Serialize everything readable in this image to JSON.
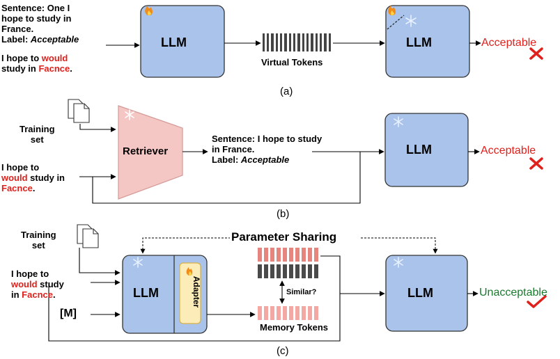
{
  "panel_a": {
    "caption": "(a)",
    "input": {
      "line1": "Sentence: One I",
      "line2": "hope to study in",
      "line3": "France.",
      "label_prefix": "Label: ",
      "label_value": "Acceptable"
    },
    "query": {
      "l1": "I hope to ",
      "l1_red": "would",
      "l2": "study in ",
      "l2_red": "Facnce",
      "l2_end": "."
    },
    "llm1": "LLM",
    "virtual_tokens": "Virtual Tokens",
    "llm2": "LLM",
    "output": "Acceptable"
  },
  "panel_b": {
    "caption": "(b)",
    "training_set": {
      "l1": "Training",
      "l2": "set"
    },
    "query": {
      "l1": "I hope to",
      "l2_red": "would",
      "l2": " study in",
      "l3_red": "Facnce",
      "l3": "."
    },
    "retriever": "Retriever",
    "retrieved": {
      "l1": "Sentence: I hope to study",
      "l2": "in France.",
      "label_prefix": "Label: ",
      "label_value": "Acceptable"
    },
    "llm": "LLM",
    "output": "Acceptable"
  },
  "panel_c": {
    "caption": "(c)",
    "training_set": {
      "l1": "Training",
      "l2": "set"
    },
    "query": {
      "l1": "I hope to",
      "l2_red": "would",
      "l2": " study",
      "l3": "in ",
      "l3_red": "Facnce",
      "l3_end": "."
    },
    "mask_token": "[M]",
    "llm": "LLM",
    "adapter": "Adapter",
    "parameter_sharing": "Parameter Sharing",
    "similar": "Similar?",
    "memory_tokens": "Memory Tokens",
    "llm2": "LLM",
    "output": "Unacceptable"
  },
  "colors": {
    "llm_fill": "#a9c3ea",
    "retriever_fill": "#f5c7c4",
    "accent_red": "#e0201b",
    "accent_green": "#1a7a2e",
    "adapter_fill": "#fbecb8"
  }
}
